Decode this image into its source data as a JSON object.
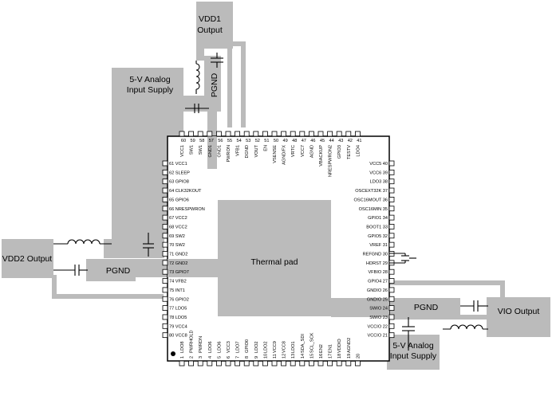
{
  "blocks": {
    "vdd1_output": [
      "VDD1",
      "Output"
    ],
    "analog_top": [
      "5-V Analog",
      "Input Supply"
    ],
    "vdd2_output": "VDD2 Output",
    "pgnd_left": "PGND",
    "pgnd_top": "PGND",
    "pgnd_right": "PGND",
    "vio_output": "VIO Output",
    "analog_bottom": [
      "5-V Analog",
      "Input Supply"
    ],
    "thermal_pad": "Thermal pad"
  },
  "pins": {
    "top": [
      {
        "num": "60",
        "name": "VCC1"
      },
      {
        "num": "59",
        "name": "SW1"
      },
      {
        "num": "58",
        "name": "SW1"
      },
      {
        "num": "57",
        "name": "GND1"
      },
      {
        "num": "56",
        "name": "GND1"
      },
      {
        "num": "55",
        "name": "PWRON"
      },
      {
        "num": "54",
        "name": "VFB1"
      },
      {
        "num": "53",
        "name": "DGND"
      },
      {
        "num": "52",
        "name": "VOUT"
      },
      {
        "num": "51",
        "name": "EN"
      },
      {
        "num": "50",
        "name": "VSENSE"
      },
      {
        "num": "49",
        "name": "AGND/FX"
      },
      {
        "num": "48",
        "name": "VRTC"
      },
      {
        "num": "47",
        "name": "VCC7"
      },
      {
        "num": "46",
        "name": "AGND"
      },
      {
        "num": "45",
        "name": "VBACKUP"
      },
      {
        "num": "44",
        "name": "NRESPWRON2"
      },
      {
        "num": "43",
        "name": "GPIO3"
      },
      {
        "num": "42",
        "name": "TESTV"
      },
      {
        "num": "41",
        "name": "LDO4"
      }
    ],
    "left": [
      {
        "num": "61",
        "name": "VCC1"
      },
      {
        "num": "62",
        "name": "SLEEP"
      },
      {
        "num": "63",
        "name": "GPIO8"
      },
      {
        "num": "64",
        "name": "CLK32KOUT"
      },
      {
        "num": "65",
        "name": "GPIO6"
      },
      {
        "num": "66",
        "name": "NRESPWRON"
      },
      {
        "num": "67",
        "name": "VCC2"
      },
      {
        "num": "68",
        "name": "VCC2"
      },
      {
        "num": "69",
        "name": "SW2"
      },
      {
        "num": "70",
        "name": "SW2"
      },
      {
        "num": "71",
        "name": "GND2"
      },
      {
        "num": "72",
        "name": "GND2"
      },
      {
        "num": "73",
        "name": "GPIO7"
      },
      {
        "num": "74",
        "name": "VFB2"
      },
      {
        "num": "75",
        "name": "INT1"
      },
      {
        "num": "76",
        "name": "GPIO2"
      },
      {
        "num": "77",
        "name": "LDO5"
      },
      {
        "num": "78",
        "name": "LDO5"
      },
      {
        "num": "79",
        "name": "VCC4"
      },
      {
        "num": "80",
        "name": "VCC8"
      }
    ],
    "right": [
      {
        "num": "40",
        "name": "VCC5"
      },
      {
        "num": "39",
        "name": "VCC6"
      },
      {
        "num": "38",
        "name": "LDO3"
      },
      {
        "num": "37",
        "name": "OSCEXT32K"
      },
      {
        "num": "36",
        "name": "OSC16MOUT"
      },
      {
        "num": "35",
        "name": "OSC16MIN"
      },
      {
        "num": "34",
        "name": "GPIO1"
      },
      {
        "num": "33",
        "name": "BOOT1"
      },
      {
        "num": "32",
        "name": "GPIO5"
      },
      {
        "num": "31",
        "name": "VREF"
      },
      {
        "num": "30",
        "name": "REFGND"
      },
      {
        "num": "29",
        "name": "HDRST"
      },
      {
        "num": "28",
        "name": "VFBIO"
      },
      {
        "num": "27",
        "name": "GPIO4"
      },
      {
        "num": "26",
        "name": "GNDIO"
      },
      {
        "num": "25",
        "name": "GNDIO"
      },
      {
        "num": "24",
        "name": "SWIO"
      },
      {
        "num": "23",
        "name": "SWIO"
      },
      {
        "num": "22",
        "name": "VCCIO"
      },
      {
        "num": "21",
        "name": "VCCIO"
      }
    ],
    "bottom": [
      {
        "num": "1",
        "name": "LDO8"
      },
      {
        "num": "2",
        "name": "PWRHOLD"
      },
      {
        "num": "3",
        "name": "PWRDN"
      },
      {
        "num": "4",
        "name": "LDO6"
      },
      {
        "num": "5",
        "name": "LDO6"
      },
      {
        "num": "6",
        "name": "VCC3"
      },
      {
        "num": "7",
        "name": "LDO7"
      },
      {
        "num": "8",
        "name": "GPIO0"
      },
      {
        "num": "9",
        "name": "LDO2"
      },
      {
        "num": "10",
        "name": "LDO2"
      },
      {
        "num": "11",
        "name": "VCC9"
      },
      {
        "num": "12",
        "name": "VCC8"
      },
      {
        "num": "13",
        "name": "LDO1"
      },
      {
        "num": "14",
        "name": "SDA_SDI"
      },
      {
        "num": "15",
        "name": "SCL_SCK"
      },
      {
        "num": "16",
        "name": "EN2"
      },
      {
        "num": "17",
        "name": "EN1"
      },
      {
        "num": "18",
        "name": "VDDIO"
      },
      {
        "num": "19",
        "name": "AGND2"
      },
      {
        "num": "20",
        "name": ""
      }
    ]
  }
}
